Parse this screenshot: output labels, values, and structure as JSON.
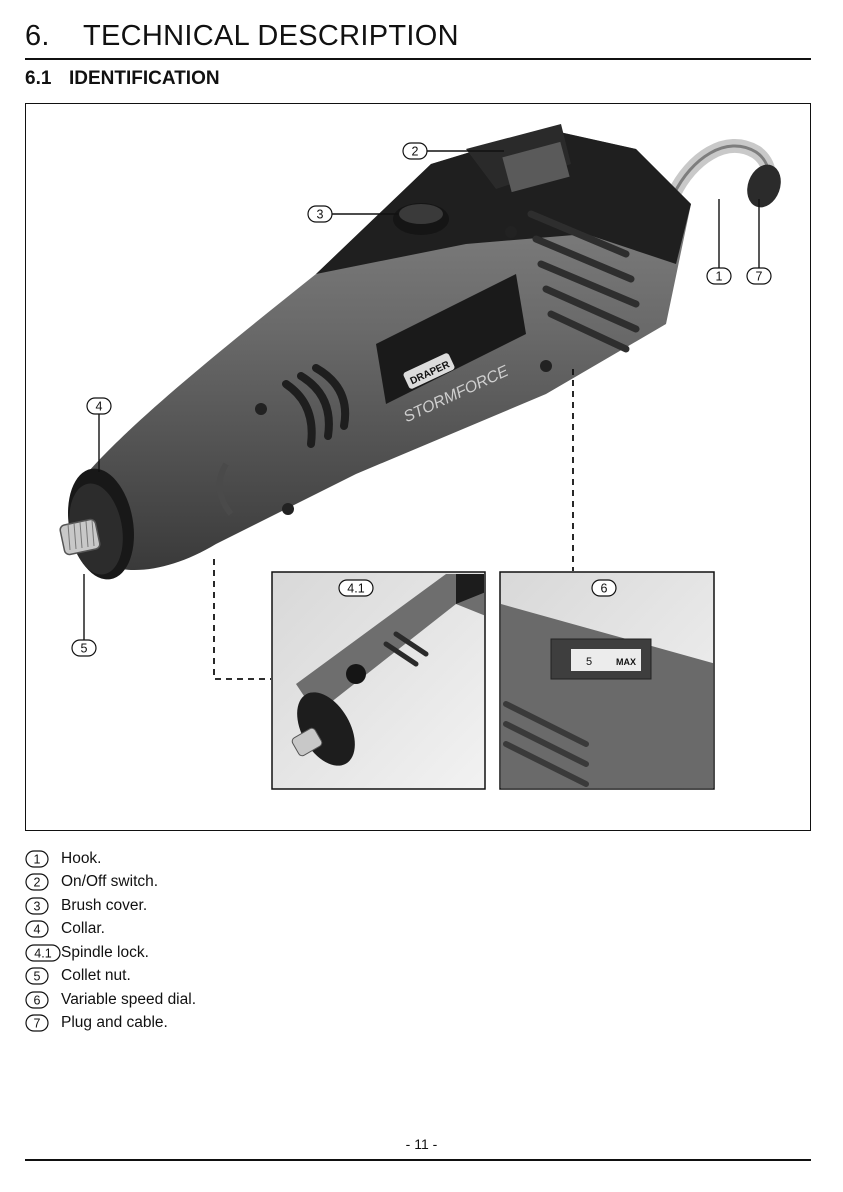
{
  "header": {
    "section_number": "6.",
    "section_title": "TECHNICAL DESCRIPTION",
    "subsection_number": "6.1",
    "subsection_title": "IDENTIFICATION"
  },
  "figure": {
    "brand_text": "DRAPER",
    "product_text": "STORMFORCE",
    "dial_text": "5",
    "dial_max_text": "MAX",
    "callouts": [
      "1",
      "2",
      "3",
      "4",
      "4.1",
      "5",
      "6",
      "7"
    ]
  },
  "legend": [
    {
      "marker": "1",
      "label": "Hook."
    },
    {
      "marker": "2",
      "label": "On/Off switch."
    },
    {
      "marker": "3",
      "label": "Brush cover."
    },
    {
      "marker": "4",
      "label": "Collar."
    },
    {
      "marker": "4.1",
      "label": "Spindle lock."
    },
    {
      "marker": "5",
      "label": "Collet nut."
    },
    {
      "marker": "6",
      "label": "Variable speed dial."
    },
    {
      "marker": "7",
      "label": "Plug and cable."
    }
  ],
  "footer": {
    "page_number": "- 11 -"
  }
}
